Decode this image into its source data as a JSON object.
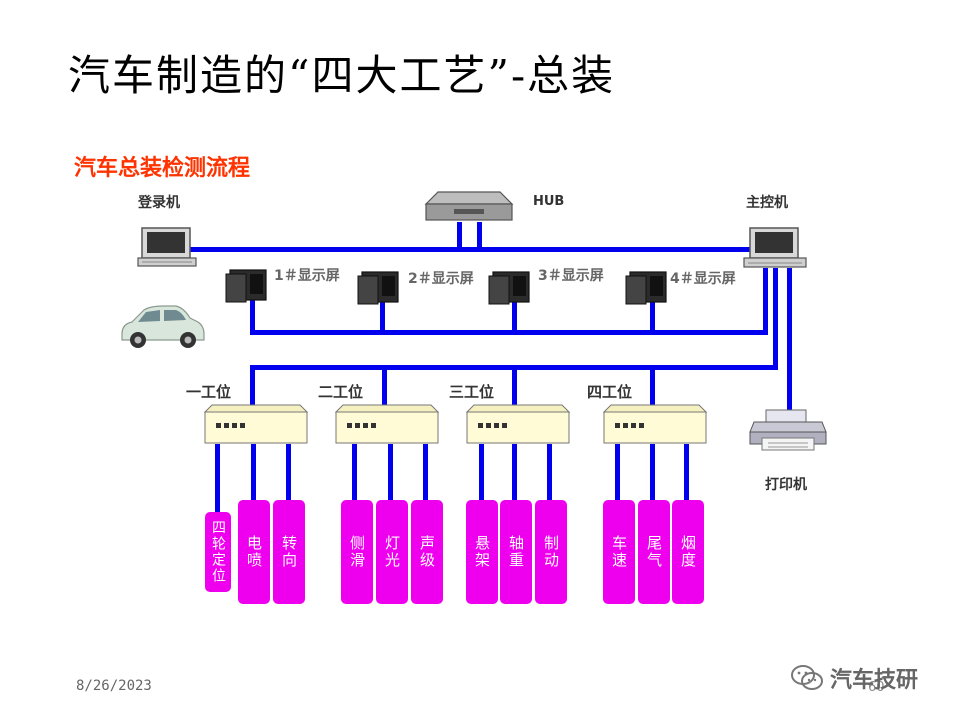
{
  "title": "汽车制造的“四大工艺”-总装",
  "subtitle": "汽车总装检测流程",
  "labels": {
    "register": "登录机",
    "hub": "HUB",
    "host": "主控机",
    "printer": "打印机"
  },
  "monitors": [
    "1＃显示屏",
    "2＃显示屏",
    "3＃显示屏",
    "4＃显示屏"
  ],
  "stations": [
    {
      "label": "一工位",
      "tests": [
        "四轮定位",
        "电喷",
        "转向"
      ]
    },
    {
      "label": "二工位",
      "tests": [
        "侧滑",
        "灯光",
        "声级"
      ]
    },
    {
      "label": "三工位",
      "tests": [
        "悬架",
        "轴重",
        "制动"
      ]
    },
    {
      "label": "四工位",
      "tests": [
        "车速",
        "尾气",
        "烟度"
      ]
    }
  ],
  "footer": {
    "date": "8/26/2023",
    "page": "60",
    "watermark": "汽车技研"
  },
  "colors": {
    "line": "#0000ee",
    "test_box": "#ee00ee",
    "subtitle": "#ff3300"
  }
}
